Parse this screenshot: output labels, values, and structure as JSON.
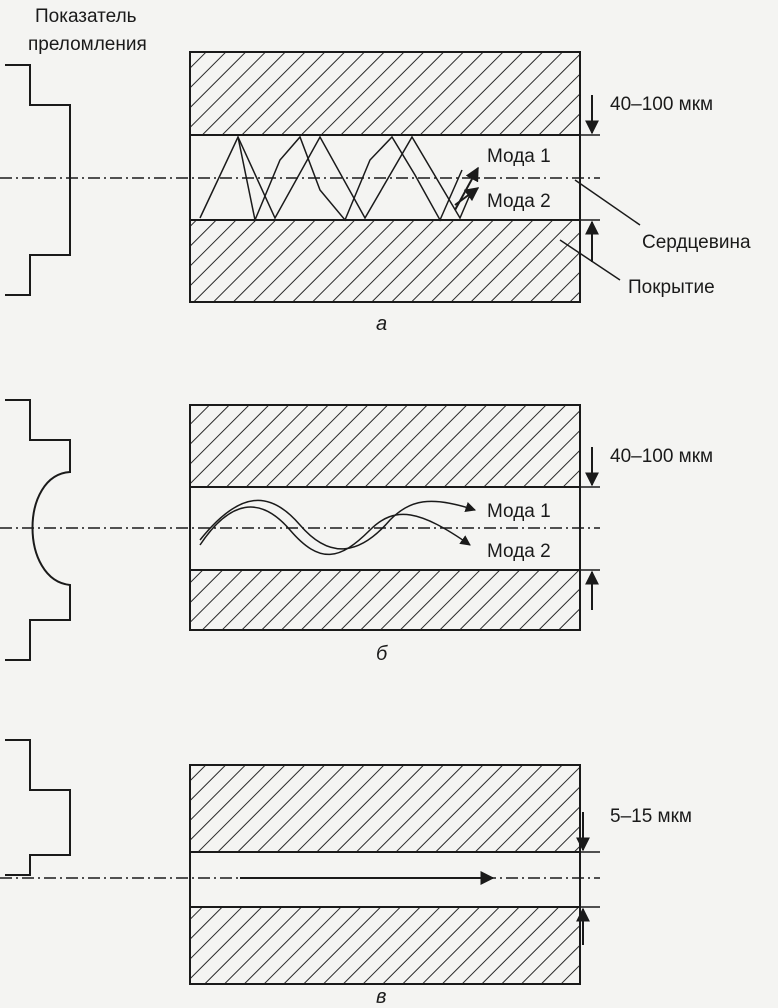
{
  "profile_label_line1": "Показатель",
  "profile_label_line2": "преломления",
  "panel_a": {
    "dimension": "40–100 мкм",
    "mode1": "Мода 1",
    "mode2": "Мода 2",
    "core": "Сердцевина",
    "cladding": "Покрытие",
    "caption": "а"
  },
  "panel_b": {
    "dimension": "40–100 мкм",
    "mode1": "Мода 1",
    "mode2": "Мода 2",
    "caption": "б"
  },
  "panel_c": {
    "dimension": "5–15 мкм",
    "caption": "в"
  }
}
